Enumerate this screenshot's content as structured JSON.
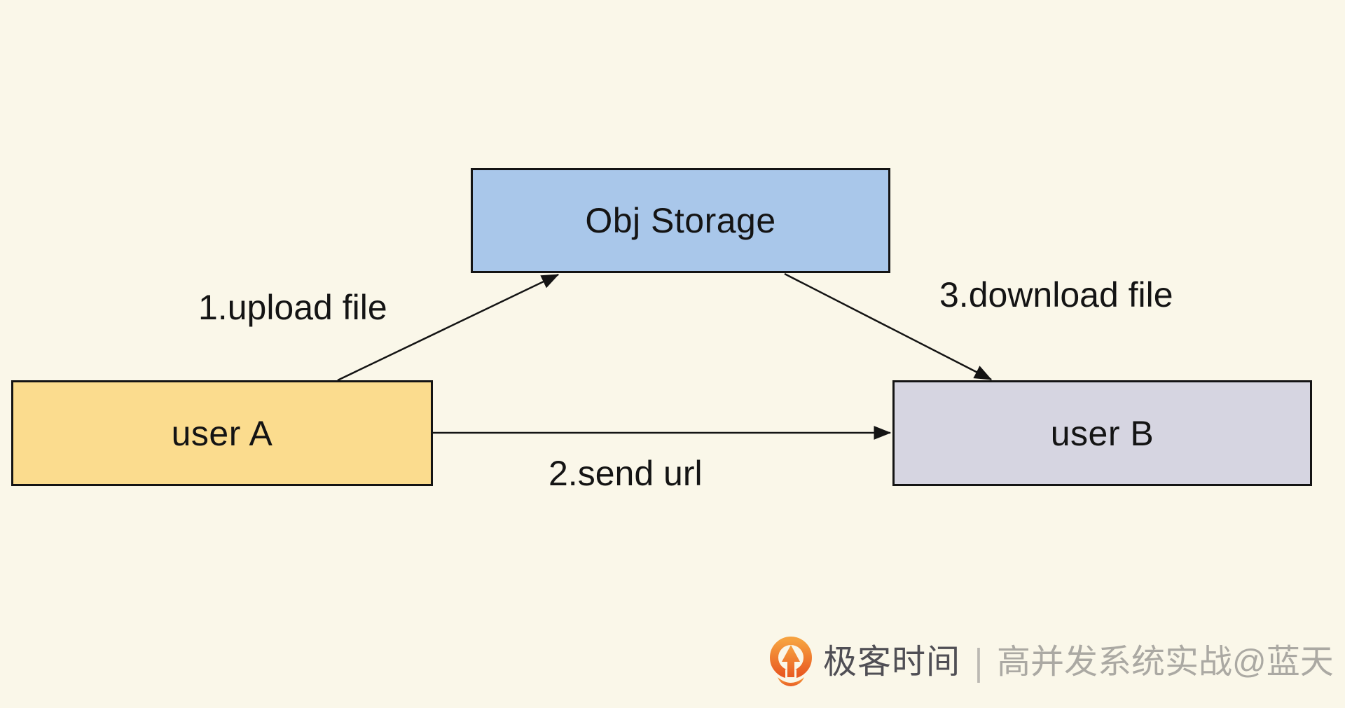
{
  "colors": {
    "background": "#faf7e9",
    "outline": "#141414",
    "arrow": "#141414"
  },
  "diagram": {
    "nodes": {
      "storage": {
        "label": "Obj Storage",
        "fill": "#a9c7ea"
      },
      "user_a": {
        "label": "user A",
        "fill": "#fbdc8e"
      },
      "user_b": {
        "label": "user B",
        "fill": "#d6d5e1"
      }
    },
    "edges": {
      "upload": {
        "label": "1.upload file",
        "from": "user_a",
        "to": "storage"
      },
      "send_url": {
        "label": "2.send url",
        "from": "user_a",
        "to": "user_b"
      },
      "download": {
        "label": "3.download file",
        "from": "storage",
        "to": "user_b"
      }
    }
  },
  "watermark": {
    "logo_icon": "geektime-logo",
    "logo_color_top": "#f6a13f",
    "logo_color_bottom": "#e95b22",
    "brand": "极客时间",
    "brand_color": "#504f55",
    "divider": "|",
    "divider_color": "#bcb9b3",
    "course": "高并发系统实战@蓝天",
    "course_color": "#aba9a3"
  }
}
